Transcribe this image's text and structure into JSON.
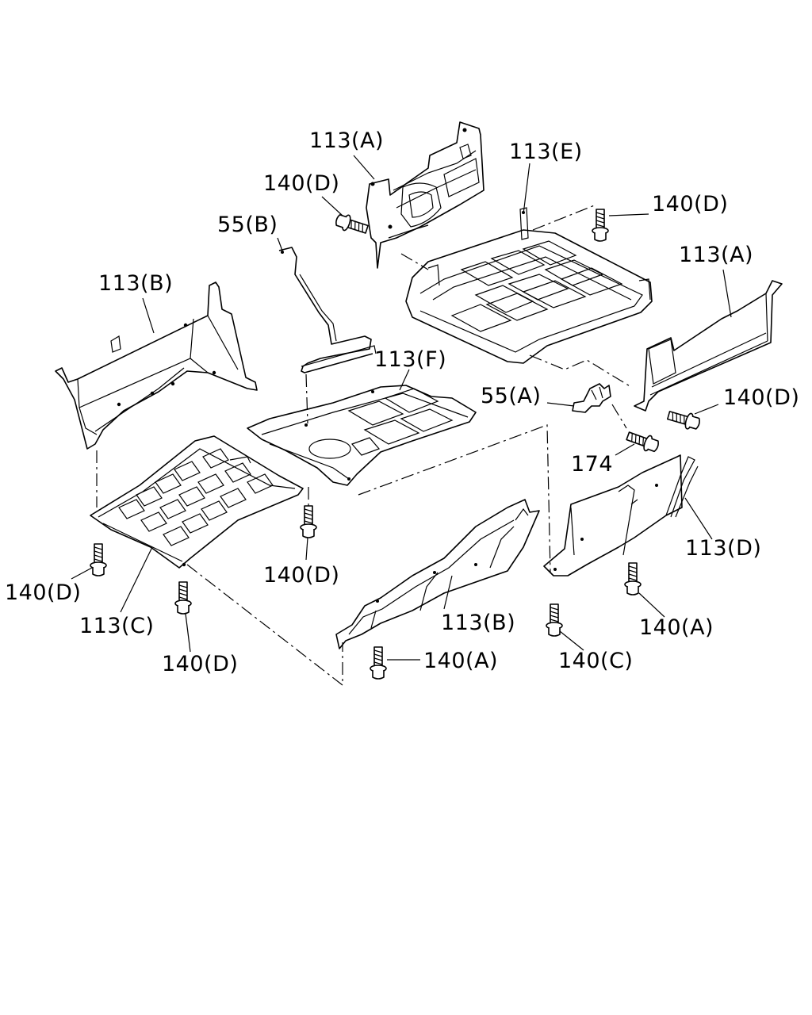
{
  "labels": {
    "l113A_top": "113(A)",
    "l140D_top": "140(D)",
    "l55B": "55(B)",
    "l113E": "113(E)",
    "l140D_right": "140(D)",
    "l113A_right": "113(A)",
    "l113B_left": "113(B)",
    "l113F": "113(F)",
    "l55A": "55(A)",
    "l140D_mid_right": "140(D)",
    "l174": "174",
    "l113D": "113(D)",
    "l140D_left": "140(D)",
    "l140D_center": "140(D)",
    "l113C": "113(C)",
    "l140D_bottom": "140(D)",
    "l113B_bottom": "113(B)",
    "l140A_bottom": "140(A)",
    "l140C": "140(C)",
    "l140A_right": "140(A)"
  }
}
